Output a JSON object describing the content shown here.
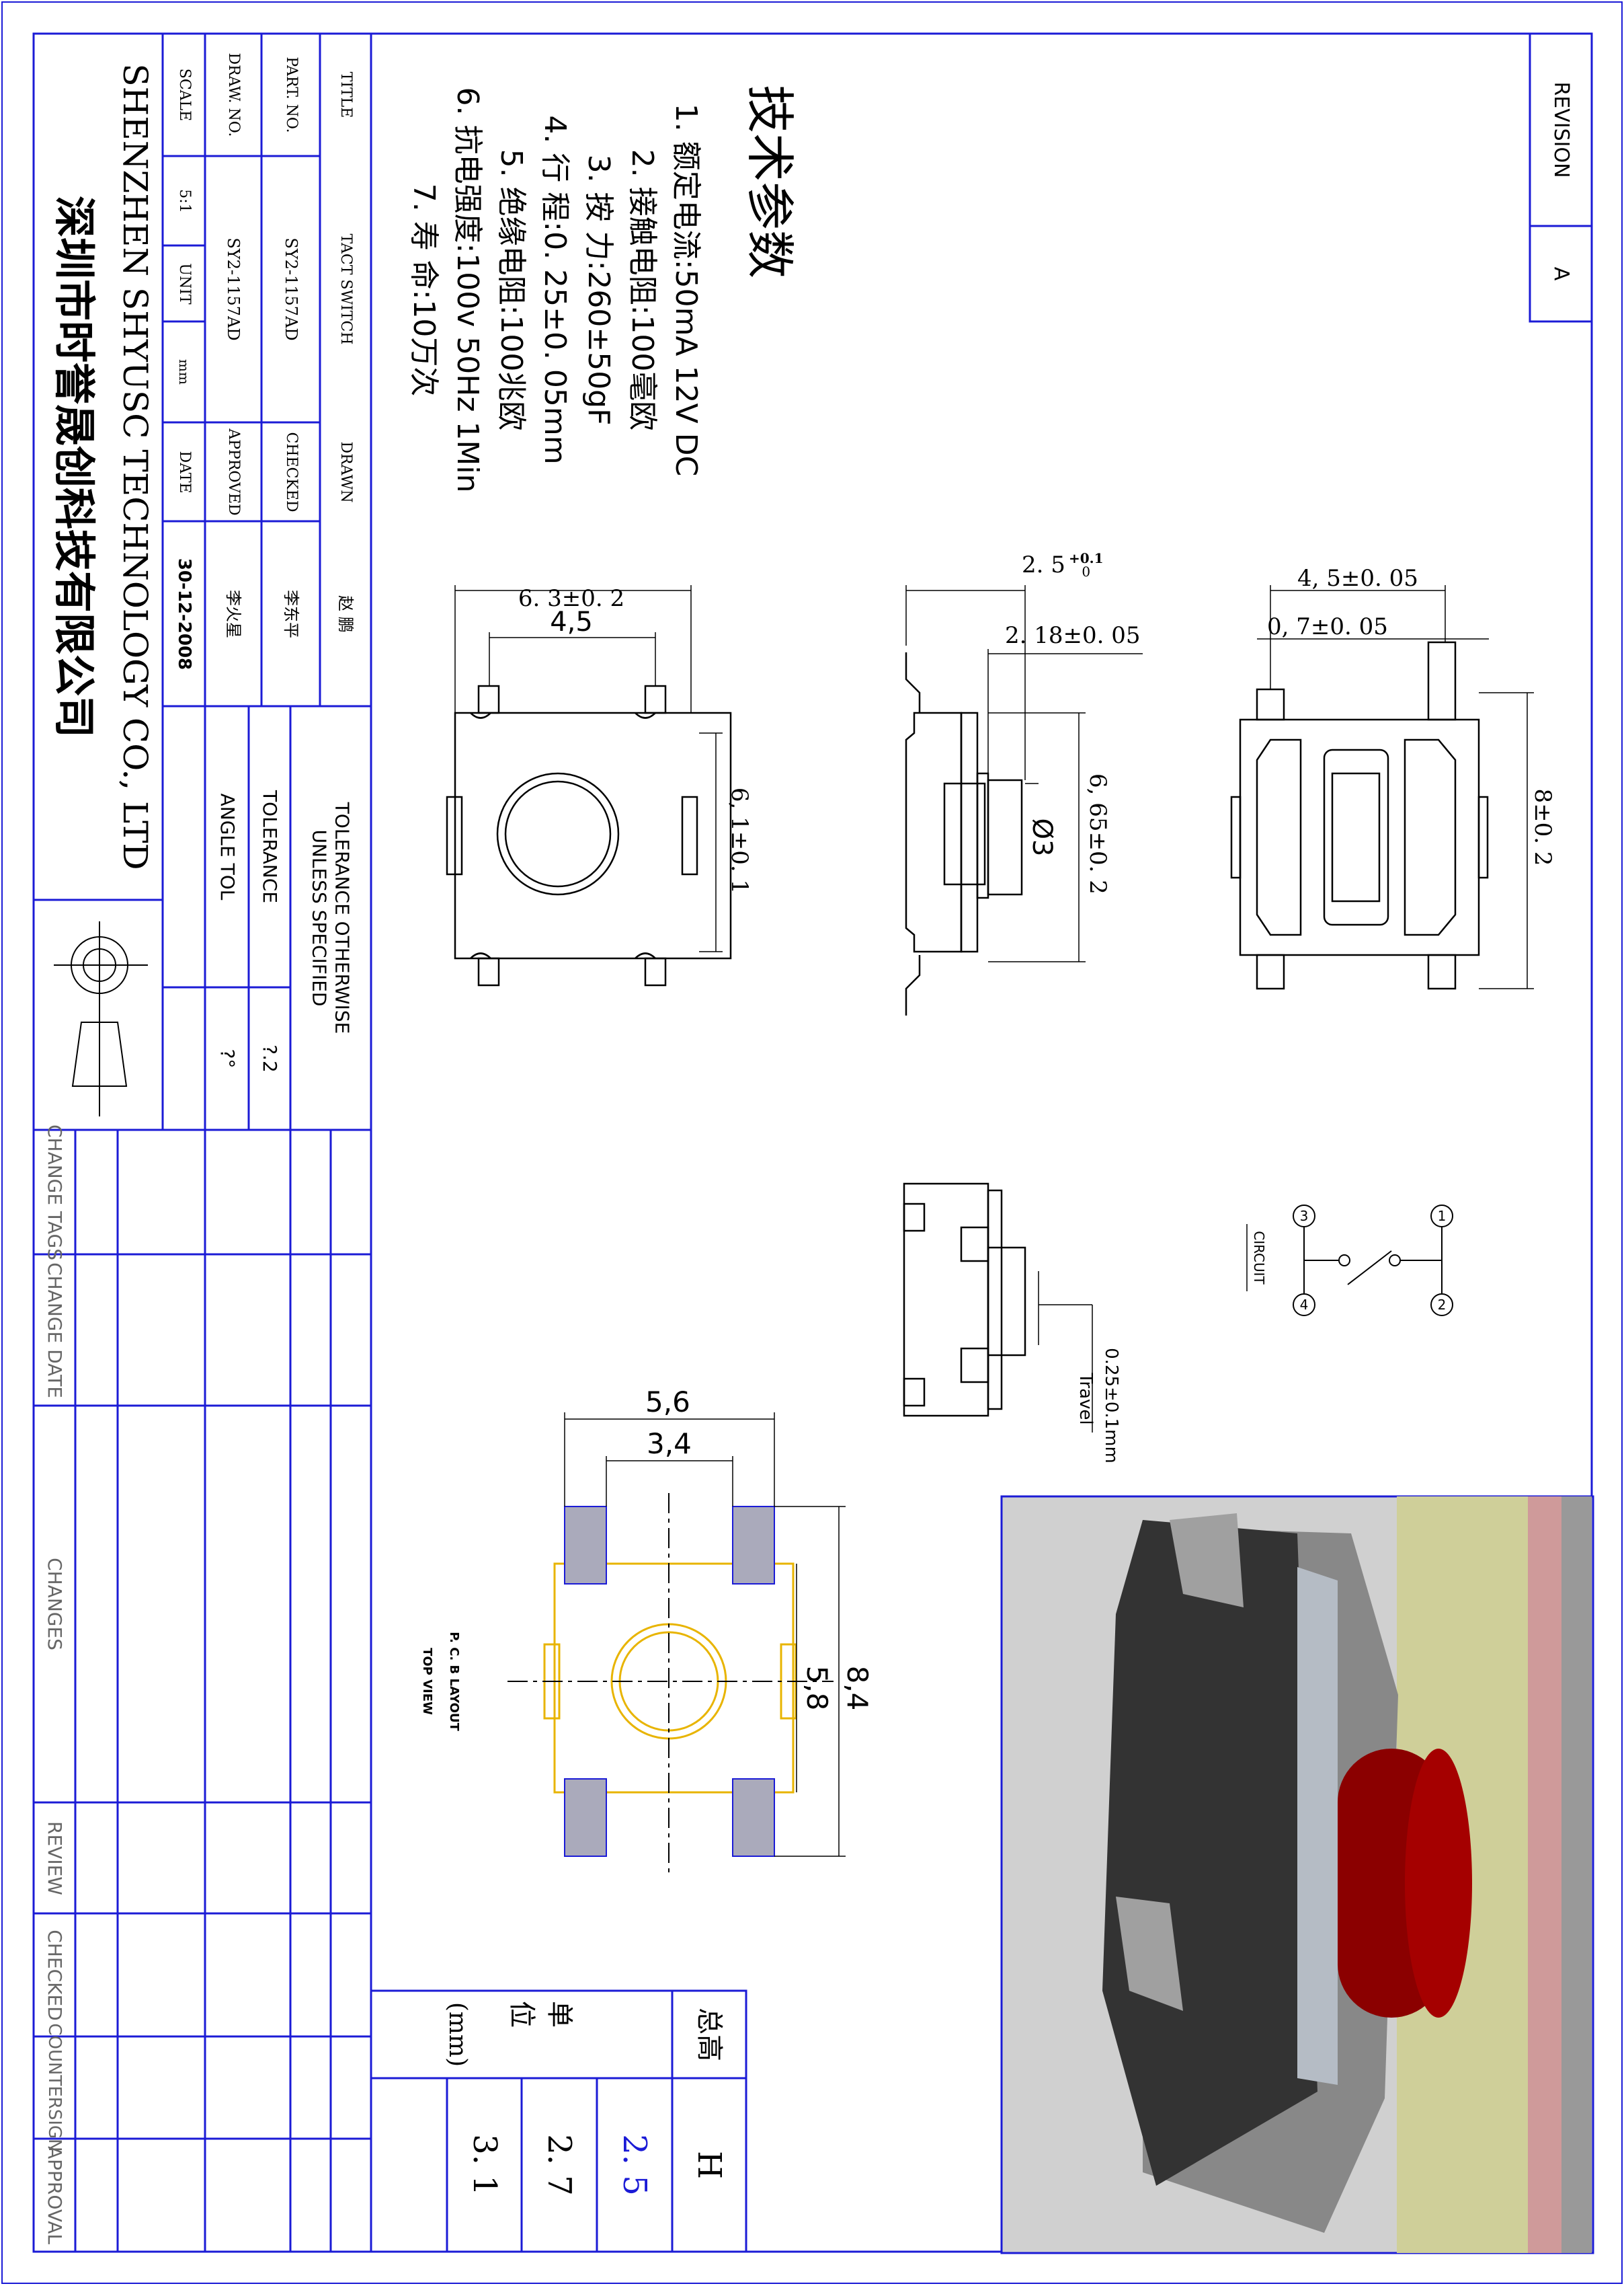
{
  "revision": {
    "label": "REVISION",
    "value": "A"
  },
  "specs": {
    "heading": "技术参数",
    "items": [
      "1. 额定电流:50mA 12V DC",
      "2. 接触电阻:100毫欧",
      "3. 按    力:260±50gF",
      "4. 行    程:0. 25±0. 05mm",
      "5. 绝缘电阻:100兆欧",
      "6. 抗电强度:100v 50Hz 1Min",
      "7. 寿    命:10万次"
    ]
  },
  "title_block": {
    "title_label": "TITLE",
    "title_value": "TACT SWITCH",
    "part_label": "PART. NO.",
    "part_value": "SY2-1157AD",
    "draw_label": "DRAW. NO.",
    "draw_value": "SY2-1157AD",
    "scale_label": "SCALE",
    "scale_value": "5:1",
    "unit_label": "UNIT",
    "unit_value": "mm",
    "drawn_label": "DRAWN",
    "drawn_value": "赵  鹏",
    "checked_label": "CHECKED",
    "checked_value": "李东平",
    "approved_label": "APPROVED",
    "approved_value": "李火星",
    "date_label": "DATE",
    "date_value": "30-12-2008"
  },
  "tolerance": {
    "heading_line1": "TOLERANCE OTHERWISE",
    "heading_line2": "UNLESS SPECIFIED",
    "tol_label": "TOLERANCE",
    "tol_value": "?.2",
    "angle_label": "ANGLE TOL",
    "angle_value": "?°"
  },
  "company": {
    "chinese": "深圳市时誉晟创科技有限公司",
    "english": "SHENZHEN SHYUSC TECHNOLOGY CO., LTD"
  },
  "change_table": {
    "columns": [
      "CHANGE TAGS",
      "CHANGE DATE",
      "CHANGES",
      "REVIEW",
      "CHECKED",
      "COUNTERSIGN",
      "APPROVAL"
    ]
  },
  "dimensions": {
    "top_width": "6. 3±0. 2",
    "top_inner": "4,5",
    "top_height": "6, 1±0. 1",
    "side_h1": "2. 5",
    "side_h1_plus": "+0.1",
    "side_h1_minus": "0",
    "side_h2": "2. 18±0. 05",
    "side_width": "6, 65±0. 2",
    "side_dia": "Ø3",
    "bottom_w1": "4, 5±0. 05",
    "bottom_w2": "0, 7±0. 05",
    "bottom_h": "8±0. 2",
    "pcb_w1": "5,6",
    "pcb_w2": "3,4",
    "pcb_h1": "8,4",
    "pcb_h2": "5,8",
    "travel_value": "0.25±0.1mm",
    "travel_label": "Travel"
  },
  "labels": {
    "circuit": "CIRCUIT",
    "pcb_layout": "P. C. B LAYOUT",
    "top_view": "TOP  VIEW",
    "pin1": "1",
    "pin2": "2",
    "pin3": "3",
    "pin4": "4"
  },
  "height_table": {
    "total_height": "总高",
    "unit_cn_1": "单",
    "unit_cn_2": "位",
    "unit_mm": "(mm)",
    "h": "H",
    "v1": "2. 5",
    "v2": "2. 7",
    "v3": "3. 1"
  },
  "colors": {
    "border": "#1b1bd6",
    "pcb_outline": "#e8b400",
    "button_red": "#8b0000",
    "body_dark": "#333333"
  }
}
